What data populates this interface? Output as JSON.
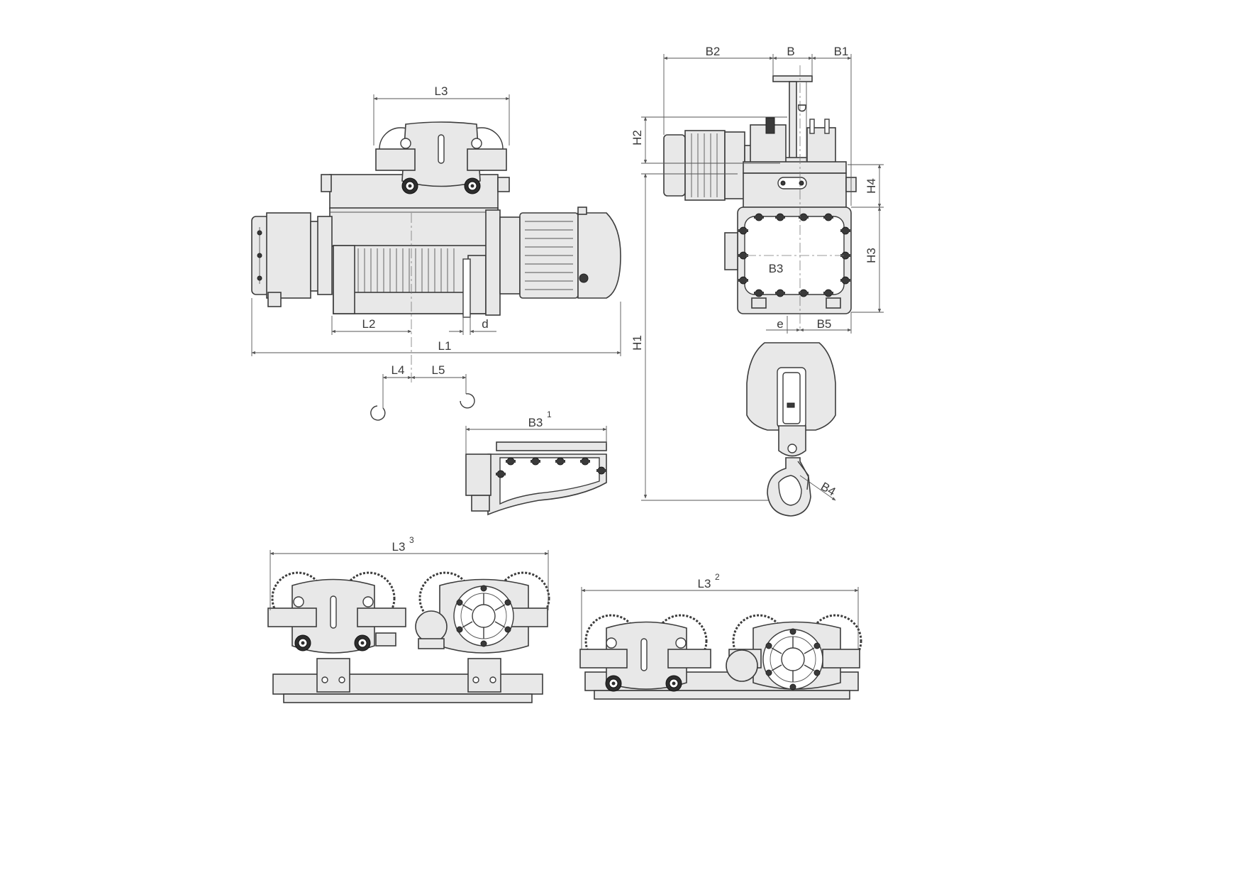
{
  "drawing": {
    "labels": {
      "L3": "L3",
      "L2": "L2",
      "d": "d",
      "L1": "L1",
      "L4": "L4",
      "L5": "L5",
      "B2": "B2",
      "B": "B",
      "B1": "B1",
      "D": "D",
      "H2": "H2",
      "H4": "H4",
      "H3": "H3",
      "B3": "B3",
      "H1": "H1",
      "e": "e",
      "B5": "B5",
      "B4": "B4",
      "B3_1": "B3",
      "B3_1_sup": "1",
      "L3_3": "L3",
      "L3_3_sup": "3",
      "L3_2": "L3",
      "L3_2_sup": "2"
    }
  }
}
